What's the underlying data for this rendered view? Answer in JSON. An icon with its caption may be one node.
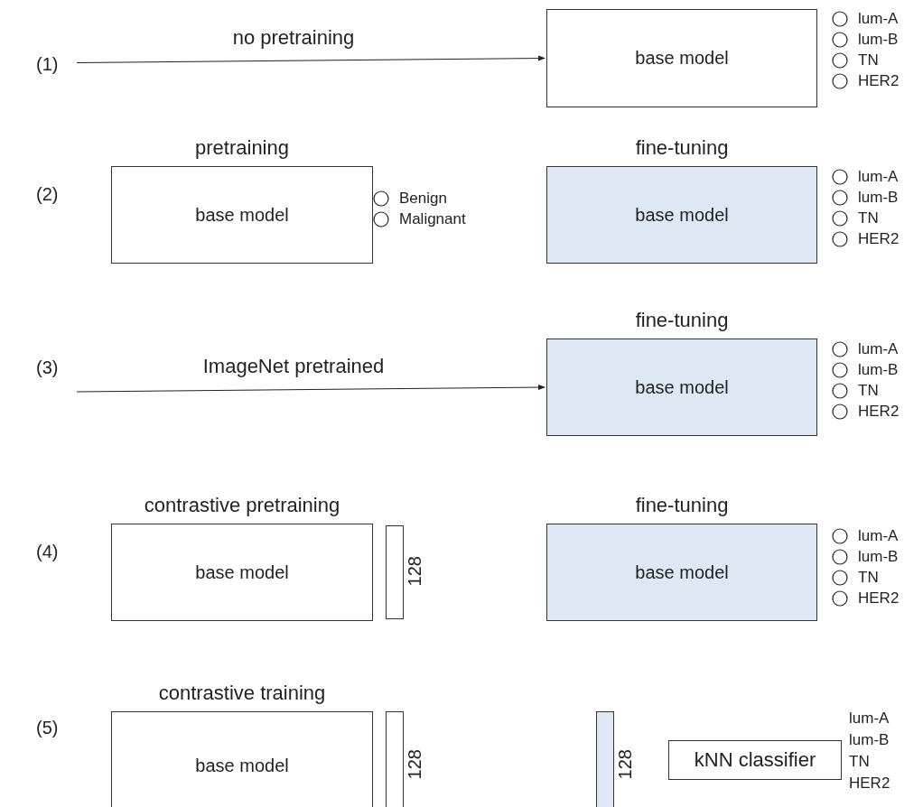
{
  "diagram": {
    "nodes": [
      {
        "text": [
          "base model"
        ]
      },
      {
        "text": [
          "pretraining",
          "base model"
        ]
      },
      {
        "text": [
          "fine-tuning",
          "base model"
        ]
      },
      {
        "text": [
          "fine-tuning",
          "base model"
        ]
      },
      {
        "text": [
          "contrastive pretraining",
          "base model"
        ]
      },
      {
        "text": [
          "128"
        ]
      },
      {
        "text": [
          "fine-tuning",
          "base model"
        ]
      },
      {
        "text": [
          "contrastive training",
          "base model"
        ]
      },
      {
        "text": [
          "128"
        ]
      },
      {
        "text": [
          "128"
        ]
      },
      {
        "text": [
          "kNN classifier"
        ]
      }
    ],
    "edges": [
      {
        "from": null,
        "to": 0,
        "arrow": "to",
        "label": "no pretraining"
      },
      {
        "from": null,
        "to": 3,
        "arrow": "to",
        "label": "ImageNet pretrained"
      }
    ],
    "labels": [
      "(1)",
      "lum-A",
      "lum-B",
      "TN",
      "HER2",
      "(2)",
      "Benign",
      "Malignant",
      "lum-A",
      "lum-B",
      "TN",
      "HER2",
      "(3)",
      "lum-A",
      "lum-B",
      "TN",
      "HER2",
      "(4)",
      "lum-A",
      "lum-B",
      "TN",
      "HER2",
      "(5)",
      "lum-A",
      "lum-B",
      "TN",
      "HER2"
    ]
  }
}
